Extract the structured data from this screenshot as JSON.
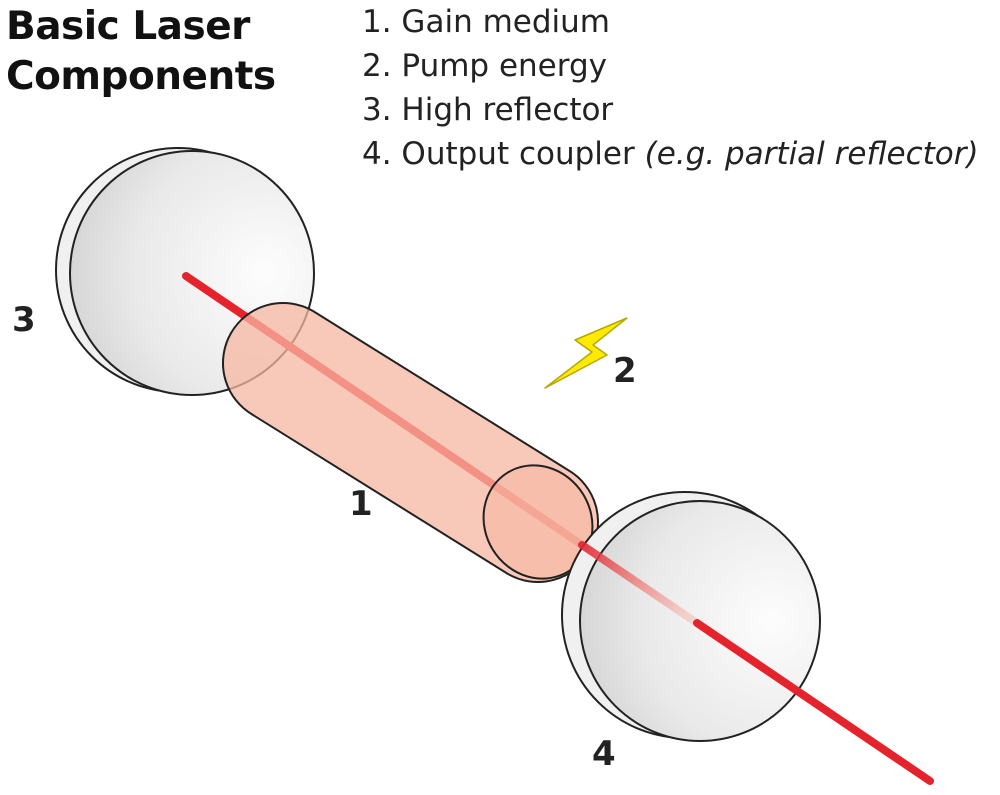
{
  "title": {
    "line1": "Basic Laser",
    "line2": "Components"
  },
  "legend": [
    {
      "text": "1. Gain medium",
      "note": ""
    },
    {
      "text": "2. Pump energy",
      "note": ""
    },
    {
      "text": "3. High reflector",
      "note": ""
    },
    {
      "text": "4. Output coupler ",
      "note": "(e.g. partial reflector)"
    }
  ],
  "labels": {
    "gain_medium": "1",
    "pump_energy": "2",
    "high_reflector": "3",
    "output_coupler": "4"
  },
  "colors": {
    "beam": "#e5232d",
    "gain_fill": "#f6b7a1",
    "gain_stroke": "#222222",
    "mirror_fill": "#e6e6e6",
    "lightning_fill": "#ffea00",
    "lightning_stroke": "#b5a800"
  },
  "icons": {
    "pump": "lightning-bolt-icon"
  }
}
